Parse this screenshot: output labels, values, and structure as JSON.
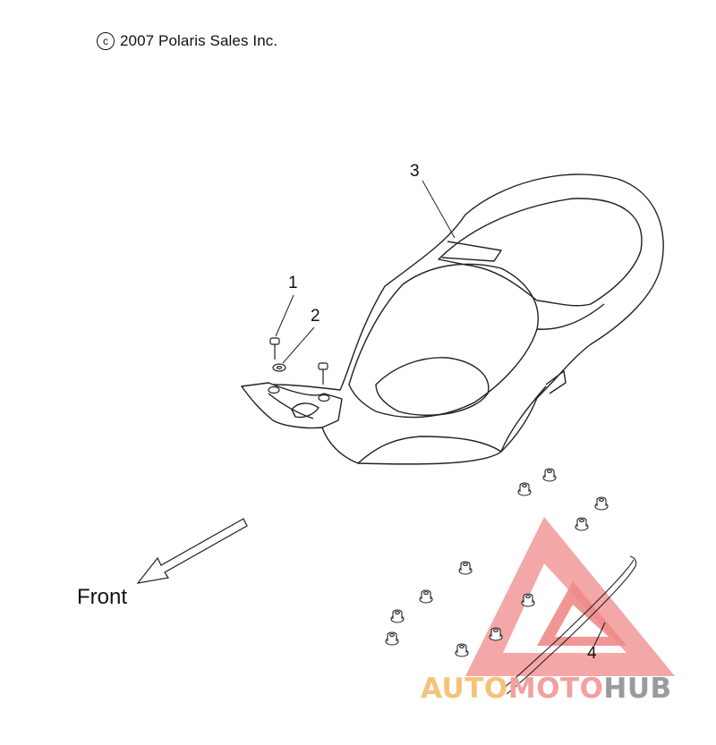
{
  "copyright": {
    "symbol": "c",
    "text": "2007 Polaris Sales Inc."
  },
  "direction": {
    "label": "Front"
  },
  "callouts": [
    "1",
    "2",
    "3",
    "4"
  ],
  "parts": [
    {
      "ref": "1",
      "icon": "screw-icon"
    },
    {
      "ref": "2",
      "icon": "washer-icon"
    },
    {
      "ref": "3",
      "icon": "seat-icon"
    },
    {
      "ref": "4",
      "icon": "strap-icon"
    }
  ],
  "watermark": {
    "part1": "AUTO",
    "part2": "MOTO",
    "part3": "HUB",
    "colors": {
      "part1": "#f4c27a",
      "part2": "#f2a0a0",
      "part3": "#9b9b9b",
      "logo": "#f08a8a"
    }
  }
}
